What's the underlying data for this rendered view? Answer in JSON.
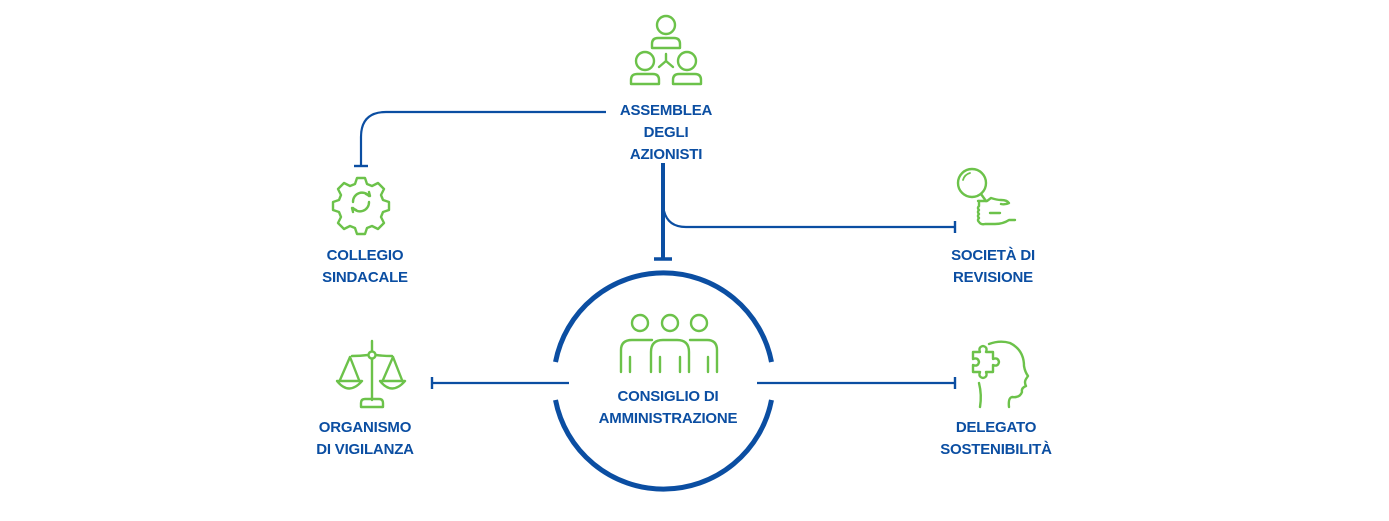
{
  "diagram": {
    "colors": {
      "connector": "#0b4ea2",
      "icon": "#6cc24a",
      "text": "#0b4ea2"
    },
    "nodes": {
      "assemblea": {
        "lines": [
          "ASSEMBLEA",
          "DEGLI",
          "AZIONISTI"
        ],
        "icon": "shareholders-group-icon"
      },
      "collegio": {
        "lines": [
          "COLLEGIO",
          "SINDACALE"
        ],
        "icon": "gear-refresh-icon"
      },
      "societa": {
        "lines": [
          "SOCIETÀ DI",
          "REVISIONE"
        ],
        "icon": "hand-magnifier-icon"
      },
      "consiglio": {
        "lines": [
          "CONSIGLIO DI",
          "AMMINISTRAZIONE"
        ],
        "icon": "board-people-icon"
      },
      "organismo": {
        "lines": [
          "ORGANISMO",
          "DI VIGILANZA"
        ],
        "icon": "scales-icon"
      },
      "delegato": {
        "lines": [
          "DELEGATO",
          "SOSTENIBILITÀ"
        ],
        "icon": "head-puzzle-icon"
      }
    },
    "edges": [
      {
        "from": "assemblea",
        "to": "collegio"
      },
      {
        "from": "assemblea",
        "to": "societa"
      },
      {
        "from": "assemblea",
        "to": "consiglio"
      },
      {
        "from": "consiglio",
        "to": "organismo"
      },
      {
        "from": "consiglio",
        "to": "delegato"
      }
    ]
  }
}
